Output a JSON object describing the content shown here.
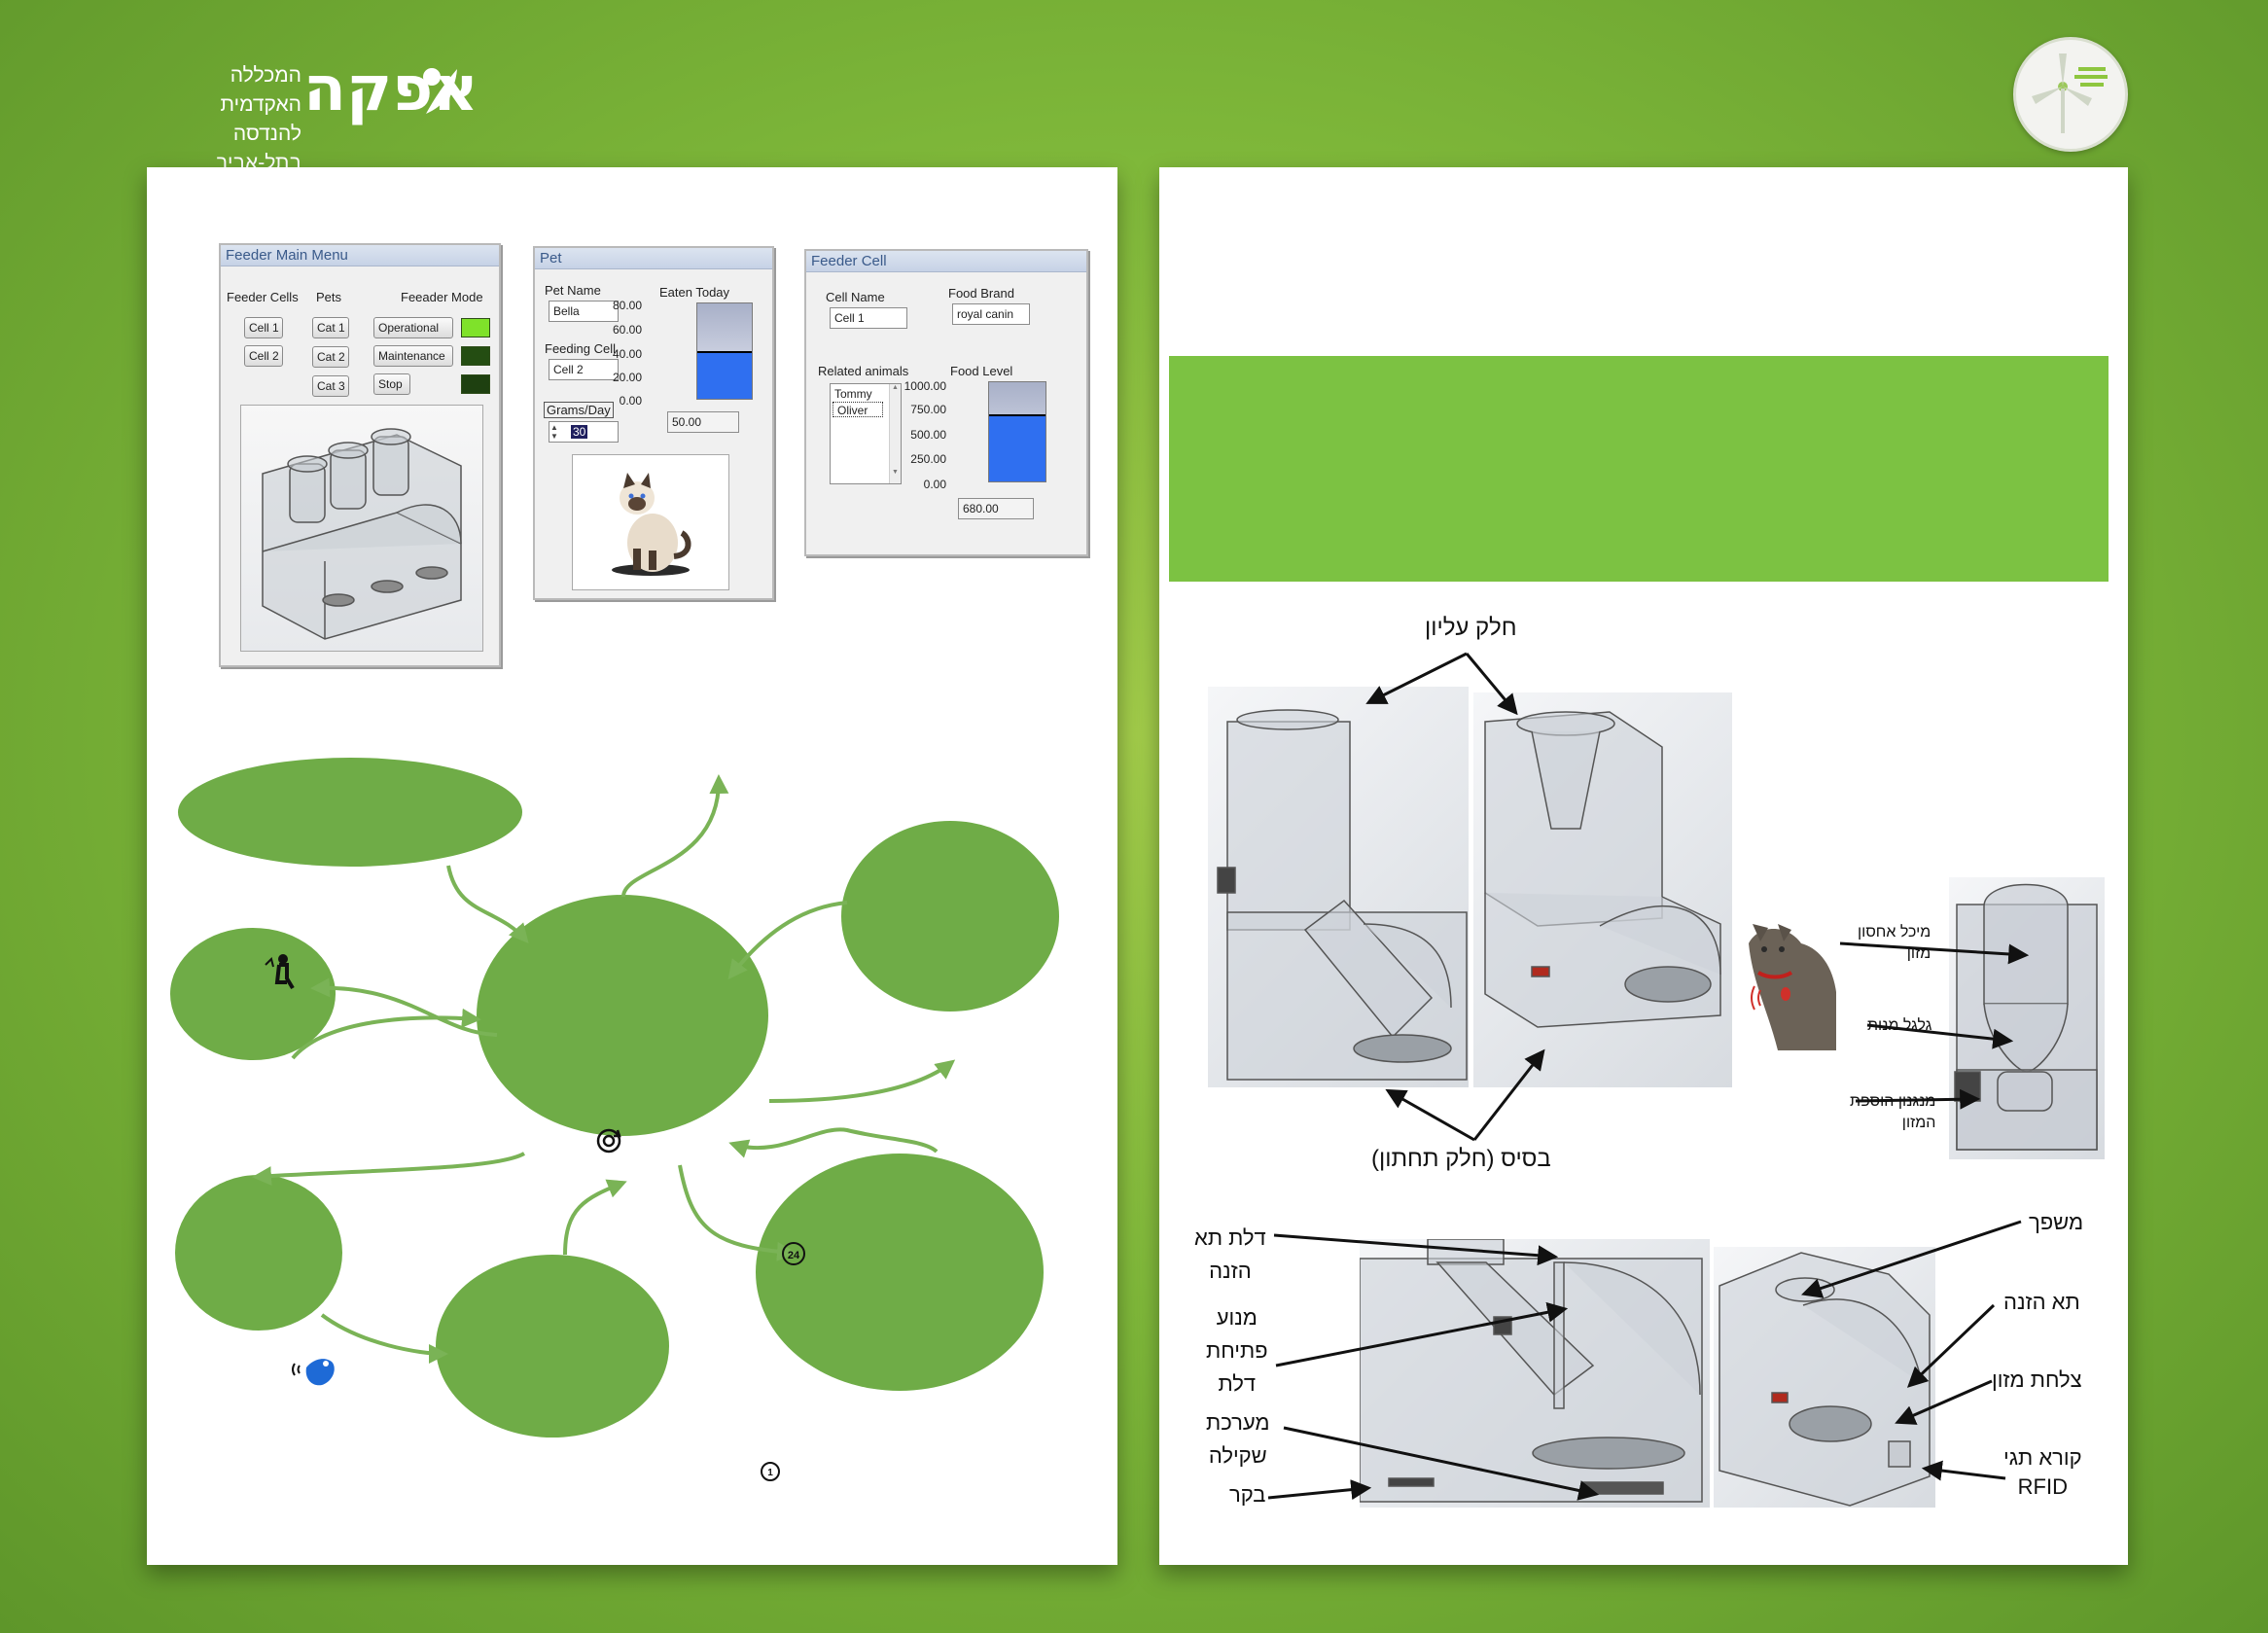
{
  "header": {
    "logo_line1": "המכללה האקדמית",
    "logo_line2": "להנדסה בתל-אביב",
    "logo_word": "אפקה"
  },
  "main_menu": {
    "title": "Feeder Main Menu",
    "col_cells": "Feeder Cells",
    "col_pets": "Pets",
    "col_mode": "Feeader Mode",
    "cells": [
      "Cell 1",
      "Cell 2"
    ],
    "pets": [
      "Cat 1",
      "Cat 2",
      "Cat 3"
    ],
    "modes": [
      "Operational",
      "Maintenance",
      "Stop"
    ],
    "mode_led_colors": [
      "#7fe22a",
      "#244d12",
      "#1e4010"
    ]
  },
  "pet_window": {
    "title": "Pet",
    "pet_name_label": "Pet Name",
    "pet_name_value": "Bella",
    "feeding_cell_label": "Feeding Cell",
    "feeding_cell_value": "Cell 2",
    "grams_label": "Grams/Day",
    "grams_value": "30",
    "eaten_label": "Eaten Today",
    "eaten_ticks": [
      "80.00",
      "60.00",
      "40.00",
      "20.00",
      "0.00"
    ],
    "eaten_value": "50.00",
    "eaten_level": 0.5
  },
  "cell_window": {
    "title": "Feeder Cell",
    "cell_name_label": "Cell Name",
    "cell_name_value": "Cell 1",
    "brand_label": "Food Brand",
    "brand_value": "royal canin",
    "related_label": "Related animals",
    "related_animals": [
      "Tommy",
      "Oliver"
    ],
    "level_label": "Food Level",
    "level_ticks": [
      "1000.00",
      "750.00",
      "500.00",
      "250.00",
      "0.00"
    ],
    "level_value": "680.00",
    "level_fraction": 0.68
  },
  "right_page": {
    "upper_part": "חלק עליון",
    "base_part": "בסיס (חלק תחתון)",
    "storage_tank": "מיכל אחסון\nמזון",
    "food_wheel": "גלגל מנות",
    "dispense_mech": "מנגנון הוספת\nהמזון",
    "door": "דלת תא\nהזנה",
    "door_motor": "מנוע\nפתיחת\nדלת",
    "scale": "מערכת\nשקילה",
    "controller": "בקר",
    "funnel": "משפך",
    "feeding_cell": "תא הזנה",
    "bowl": "צלחת מזון",
    "rfid_reader": "קורא תגי\nRFID"
  },
  "colors": {
    "background": "#7fb83a",
    "banner": "#7cc242",
    "state_node": "#6fac47",
    "state_arrow": "#7ab356",
    "gauge_fill": "#2f6ff0"
  }
}
